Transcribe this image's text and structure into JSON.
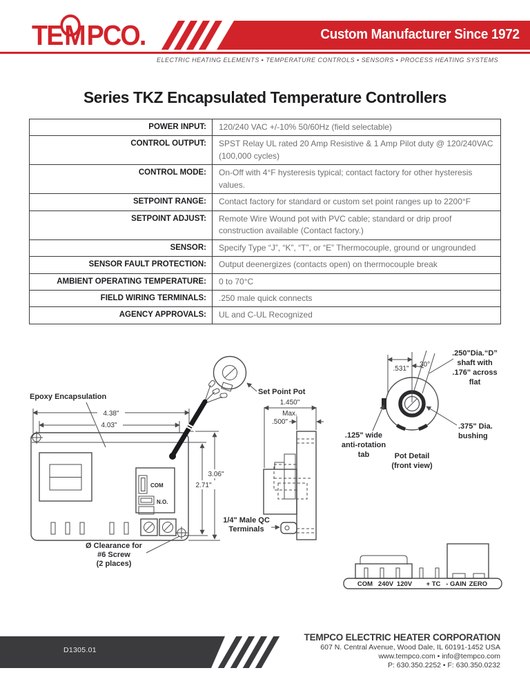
{
  "header": {
    "logo_part1": "TE",
    "logo_part2": "M",
    "logo_part3": "PCO.",
    "banner_text": "Custom Manufacturer Since 1972",
    "tagline": "ELECTRIC HEATING ELEMENTS ▪ TEMPERATURE CONTROLS ▪ SENSORS ▪ PROCESS HEATING SYSTEMS"
  },
  "title": "Series TKZ Encapsulated Temperature Controllers",
  "spec_table": {
    "rows": [
      {
        "label": "POWER INPUT:",
        "value": "120/240 VAC +/-10% 50/60Hz (field selectable)"
      },
      {
        "label": "CONTROL OUTPUT:",
        "value": "SPST Relay UL rated 20 Amp Resistive & 1 Amp Pilot duty @ 120/240VAC (100,000 cycles)"
      },
      {
        "label": "CONTROL MODE:",
        "value": "On-Off with 4°F hysteresis typical; contact factory for other hysteresis values."
      },
      {
        "label": "SETPOINT RANGE:",
        "value": "Contact factory for standard or custom set point ranges up to 2200°F"
      },
      {
        "label": "SETPOINT ADJUST:",
        "value": "Remote Wire Wound pot with PVC cable; standard or drip proof construction available (Contact factory.)"
      },
      {
        "label": "SENSOR:",
        "value": "Specify Type “J”, “K”, “T”, or “E” Thermocouple, ground or ungrounded"
      },
      {
        "label": "SENSOR FAULT PROTECTION:",
        "value": "Output deenergizes (contacts open) on thermocouple break"
      },
      {
        "label": "AMBIENT OPERATING TEMPERATURE:",
        "value": "0 to 70°C"
      },
      {
        "label": "FIELD WIRING TERMINALS:",
        "value": ".250 male quick connects"
      },
      {
        "label": "AGENCY APPROVALS:",
        "value": "UL and C-UL Recognized"
      }
    ]
  },
  "drawing": {
    "front_view": {
      "epoxy_label": "Epoxy Encapsulation",
      "dim_438": "4.38\"",
      "dim_403": "4.03\"",
      "dim_306": "3.06\"",
      "dim_271": "2.71\"",
      "com_label": "COM",
      "no_label": "N.O.",
      "set_point_pot_label": "Set Point Pot",
      "clearance_line1": "Ø Clearance for",
      "clearance_line2": "#6 Screw",
      "clearance_line3": "(2 places)"
    },
    "side_view": {
      "dim_1450": "1.450\"",
      "dim_max": "Max.",
      "dim_500": ".500\"",
      "qc_line1": "1/4\" Male QC",
      "qc_line2": "Terminals"
    },
    "pot_detail": {
      "dim_531": ".531\"",
      "dim_30": "30°",
      "shaft_line1": ".250\"Dia.“D”",
      "shaft_line2": "shaft with",
      "shaft_line3": ".176\" across",
      "shaft_line4": "flat",
      "tab_line1": ".125\" wide",
      "tab_line2": "anti-rotation",
      "tab_line3": "tab",
      "bushing_line1": ".375\" Dia.",
      "bushing_line2": "bushing",
      "caption_line1": "Pot Detail",
      "caption_line2": "(front view)"
    },
    "bottom_view": {
      "terminals": [
        "COM",
        "240V",
        "120V",
        "+ TC",
        "- GAIN",
        "ZERO"
      ]
    }
  },
  "footer": {
    "doc_number": "D1305.01",
    "company": "TEMPCO ELECTRIC HEATER CORPORATION",
    "address": "607 N. Central Avenue, Wood Dale, IL 60191-1452 USA",
    "web_email": "www.tempco.com • info@tempco.com",
    "phone_fax": "P: 630.350.2252 • F: 630.350.0232"
  }
}
